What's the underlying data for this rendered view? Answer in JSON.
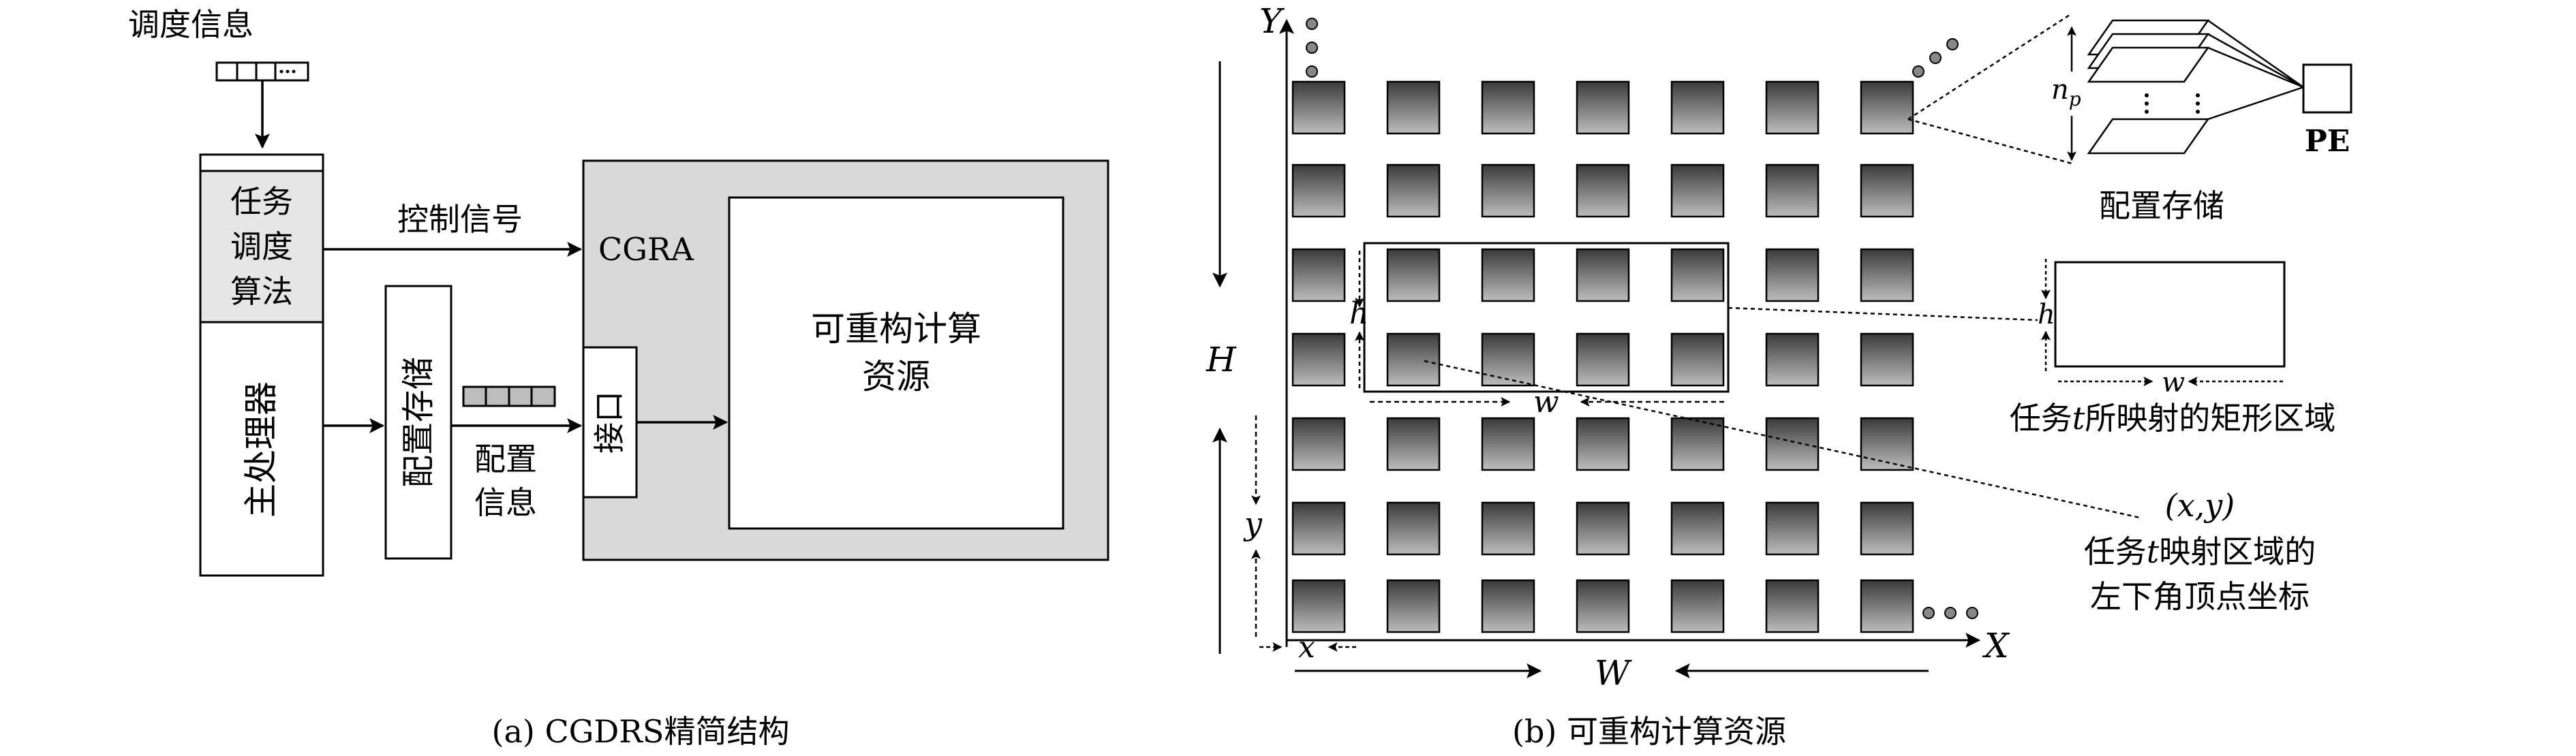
{
  "panel_a": {
    "sched_info": "调度信息",
    "task_sched_lines": [
      "任务",
      "调度",
      "算法"
    ],
    "control_signal": "控制信号",
    "main_processor": "主处理器",
    "config_store": "配置存储",
    "config_info_lines": [
      "配置",
      "信息"
    ],
    "interface": "接口",
    "cgra": "CGRA",
    "reconfig_lines": [
      "可重构计算",
      "资源"
    ],
    "caption": "(a) CGDRS精简结构"
  },
  "panel_b": {
    "axis_y": "Y",
    "axis_x": "X",
    "H": "H",
    "W": "W",
    "h": "h",
    "w": "w",
    "x": "x",
    "y": "y",
    "np_n": "n",
    "np_sub": "p",
    "pe": "PE",
    "config_store": "配置存储",
    "rect_region_pre": "任务",
    "rect_region_t": "t",
    "rect_region_post": "所映射的矩形区域",
    "coord_label": "(x,y)",
    "coord_desc1_pre": "任务",
    "coord_desc1_t": "t",
    "coord_desc1_post": "映射区域的",
    "coord_desc2": "左下角顶点坐标",
    "caption": "(b) 可重构计算资源"
  },
  "colors": {
    "cgra_fill": "#d9d9d9",
    "tile_dark": "#3a3a3a",
    "tile_light": "#bdbdbd",
    "dot_fill": "#888888"
  }
}
